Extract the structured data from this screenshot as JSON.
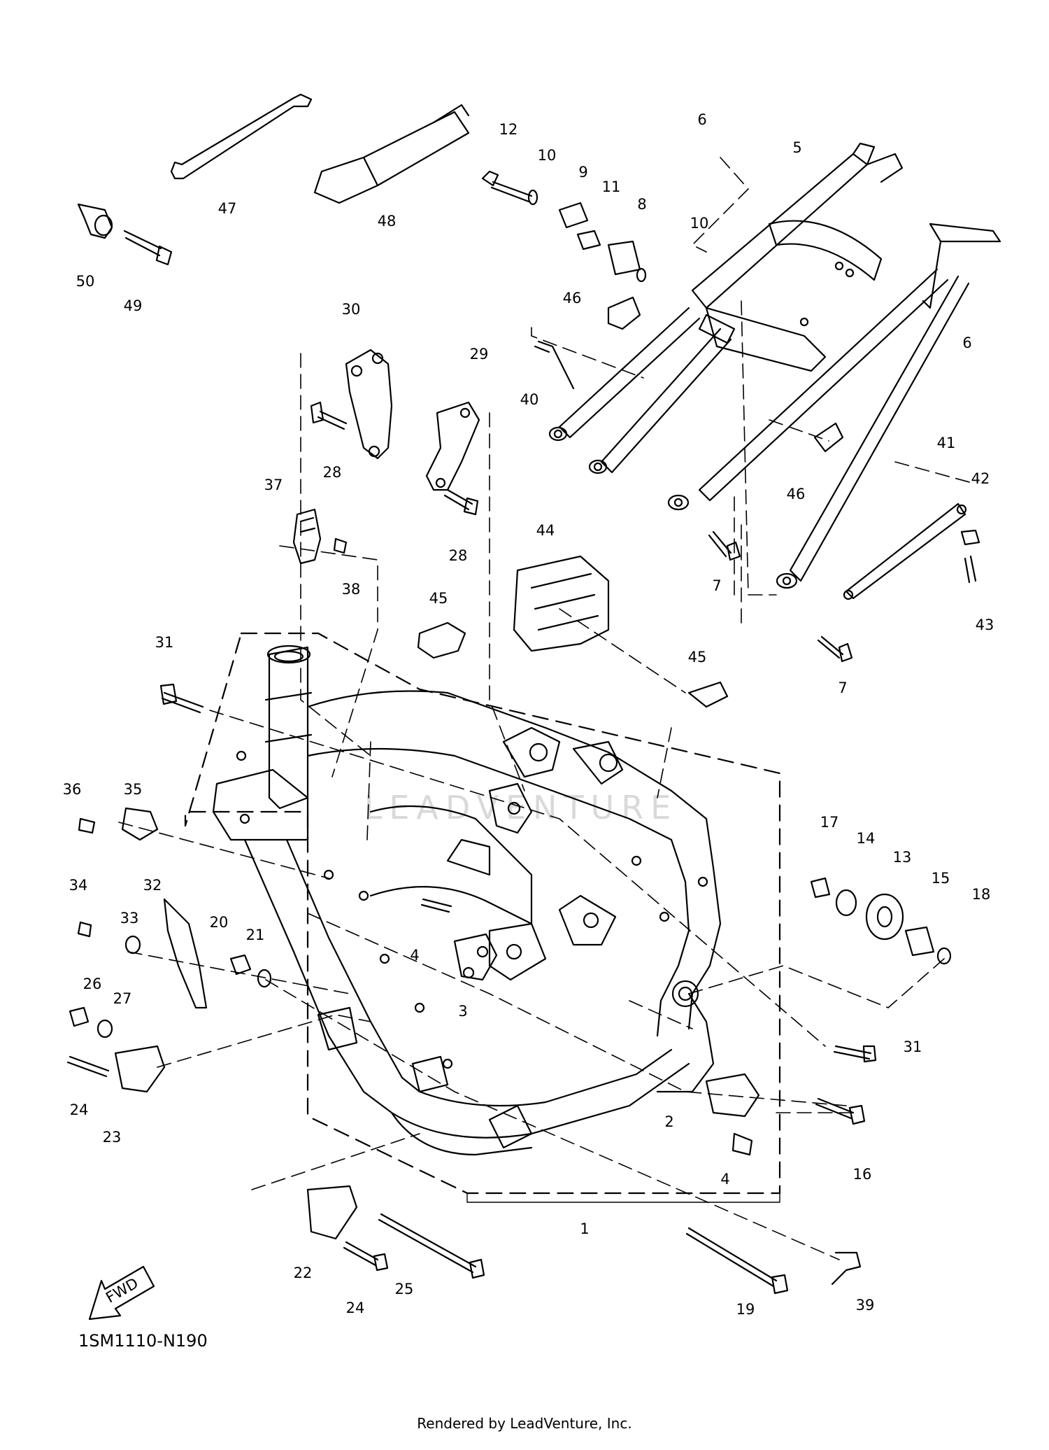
{
  "diagram": {
    "part_numbers": [
      "1",
      "2",
      "3",
      "4",
      "4",
      "5",
      "6",
      "6",
      "7",
      "7",
      "8",
      "9",
      "10",
      "10",
      "11",
      "12",
      "13",
      "14",
      "15",
      "16",
      "17",
      "18",
      "19",
      "20",
      "21",
      "22",
      "23",
      "24",
      "24",
      "25",
      "26",
      "27",
      "28",
      "28",
      "29",
      "30",
      "31",
      "31",
      "32",
      "33",
      "34",
      "35",
      "36",
      "37",
      "38",
      "39",
      "40",
      "41",
      "42",
      "43",
      "44",
      "45",
      "45",
      "46",
      "46",
      "47",
      "48",
      "49",
      "50"
    ],
    "fwd_arrow_label": "FWD",
    "reference_code": "1SM1110-N190",
    "watermark": "LEADVENTURE",
    "credit": "Rendered by LeadVenture, Inc.",
    "colors": {
      "line": "#000000",
      "background": "#ffffff",
      "watermark": "#d9d9d9"
    }
  }
}
